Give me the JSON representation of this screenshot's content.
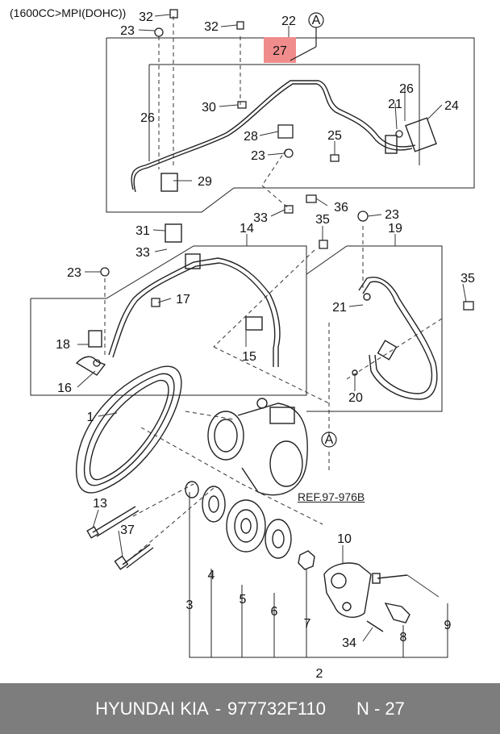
{
  "header": {
    "engine_spec": "(1600CC>MPI(DOHC))"
  },
  "diagram": {
    "reference": "REF.97-976B",
    "highlight_part": "27",
    "highlight_color": "#f08c8c",
    "circle_marker": "A",
    "callouts": [
      "1",
      "2",
      "3",
      "4",
      "5",
      "6",
      "7",
      "8",
      "9",
      "10",
      "13",
      "14",
      "15",
      "16",
      "17",
      "18",
      "19",
      "20",
      "21",
      "21",
      "22",
      "23",
      "23",
      "23",
      "23",
      "24",
      "25",
      "26",
      "26",
      "28",
      "29",
      "30",
      "31",
      "32",
      "32",
      "33",
      "33",
      "34",
      "35",
      "35",
      "36",
      "37"
    ]
  },
  "footer": {
    "brand": "HYUNDAI  KIA",
    "part_number": "977732F110",
    "sep": "-",
    "position": "N - 27"
  }
}
